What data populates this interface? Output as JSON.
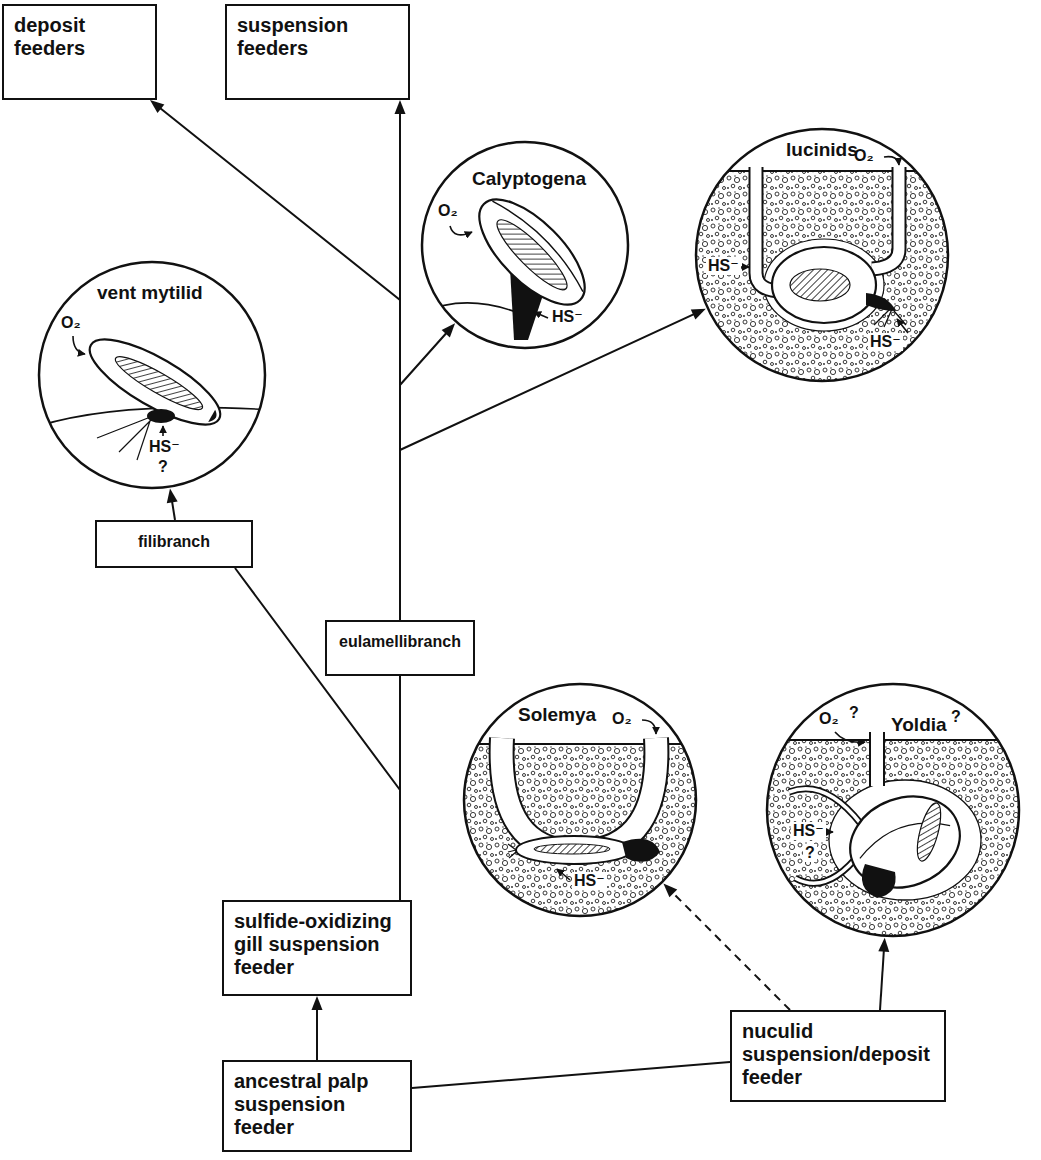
{
  "diagram": {
    "nodes": [
      {
        "text": [
          "deposit feeders"
        ]
      },
      {
        "text": [
          "suspension feeders"
        ]
      },
      {
        "text": [
          "Calyptogena",
          "O₂",
          "HS⁻"
        ]
      },
      {
        "text": [
          "lucinids",
          "O₂",
          "HS⁻",
          "HS⁻"
        ]
      },
      {
        "text": [
          "vent mytilid",
          "O₂",
          "HS⁻",
          "?"
        ]
      },
      {
        "text": [
          "filibranch"
        ]
      },
      {
        "text": [
          "eulamellibranch"
        ]
      },
      {
        "text": [
          "Solemya",
          "O₂",
          "HS⁻"
        ]
      },
      {
        "text": [
          "O₂",
          "?",
          "Yoldia",
          "?",
          "HS⁻",
          "?"
        ]
      },
      {
        "text": [
          "sulfide-oxidizing gill suspension feeder"
        ]
      },
      {
        "text": [
          "nuculid suspension/deposit feeder"
        ]
      },
      {
        "text": [
          "ancestral palp suspension feeder"
        ]
      }
    ],
    "edges": [
      {
        "from": 11,
        "to": 9,
        "arrow": "to"
      },
      {
        "from": 9,
        "to": 6,
        "arrow": "none"
      },
      {
        "from": 9,
        "to": 5,
        "arrow": "none"
      },
      {
        "from": 6,
        "to": 1,
        "arrow": "to"
      },
      {
        "from": 6,
        "to": 0,
        "arrow": "to"
      },
      {
        "from": 6,
        "to": 2,
        "arrow": "to"
      },
      {
        "from": 6,
        "to": 3,
        "arrow": "to"
      },
      {
        "from": 5,
        "to": 4,
        "arrow": "to"
      },
      {
        "from": 11,
        "to": 10,
        "arrow": "none"
      },
      {
        "from": 10,
        "to": 7,
        "arrow": "to"
      },
      {
        "from": 10,
        "to": 8,
        "arrow": "to"
      }
    ]
  }
}
